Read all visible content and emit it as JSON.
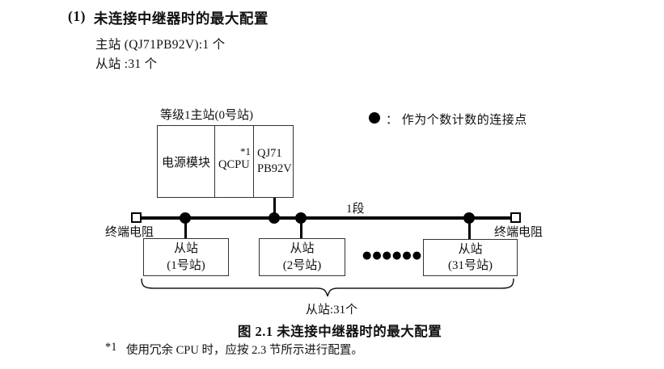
{
  "doc": {
    "heading": {
      "number": "(1)",
      "title": "未连接中继器时的最大配置"
    },
    "lines": {
      "master_count": "主站 (QJ71PB92V):1 个",
      "slave_count": "从站 :31 个"
    },
    "caption": "图 2.1 未连接中继器时的最大配置",
    "footnote": {
      "marker": "*1",
      "text": "使用冗余 CPU 时，应按 2.3 节所示进行配置。"
    }
  },
  "legend": {
    "text": "：  作为个数计数的连接点"
  },
  "figure": {
    "master_station": {
      "label": "等级1主站(0号站)",
      "power_module": "电源模块",
      "cpu": "QCPU",
      "cpu_footnote_ref": "*1",
      "network_module": "QJ71\nPB92V"
    },
    "segment_label": "1段",
    "left_terminator_label": "终端电阻",
    "right_terminator_label": "终端电阻",
    "slave_stations": [
      {
        "label": "从站\n(1号站)"
      },
      {
        "label": "从站\n(2号站)"
      },
      {
        "label": "从站\n(31号站)"
      }
    ],
    "ellipsis": "●●●●●●",
    "slaves_brace_label": "从站:31个",
    "colors": {
      "line": "#000000",
      "border": "#333333",
      "text": "#111111"
    }
  }
}
